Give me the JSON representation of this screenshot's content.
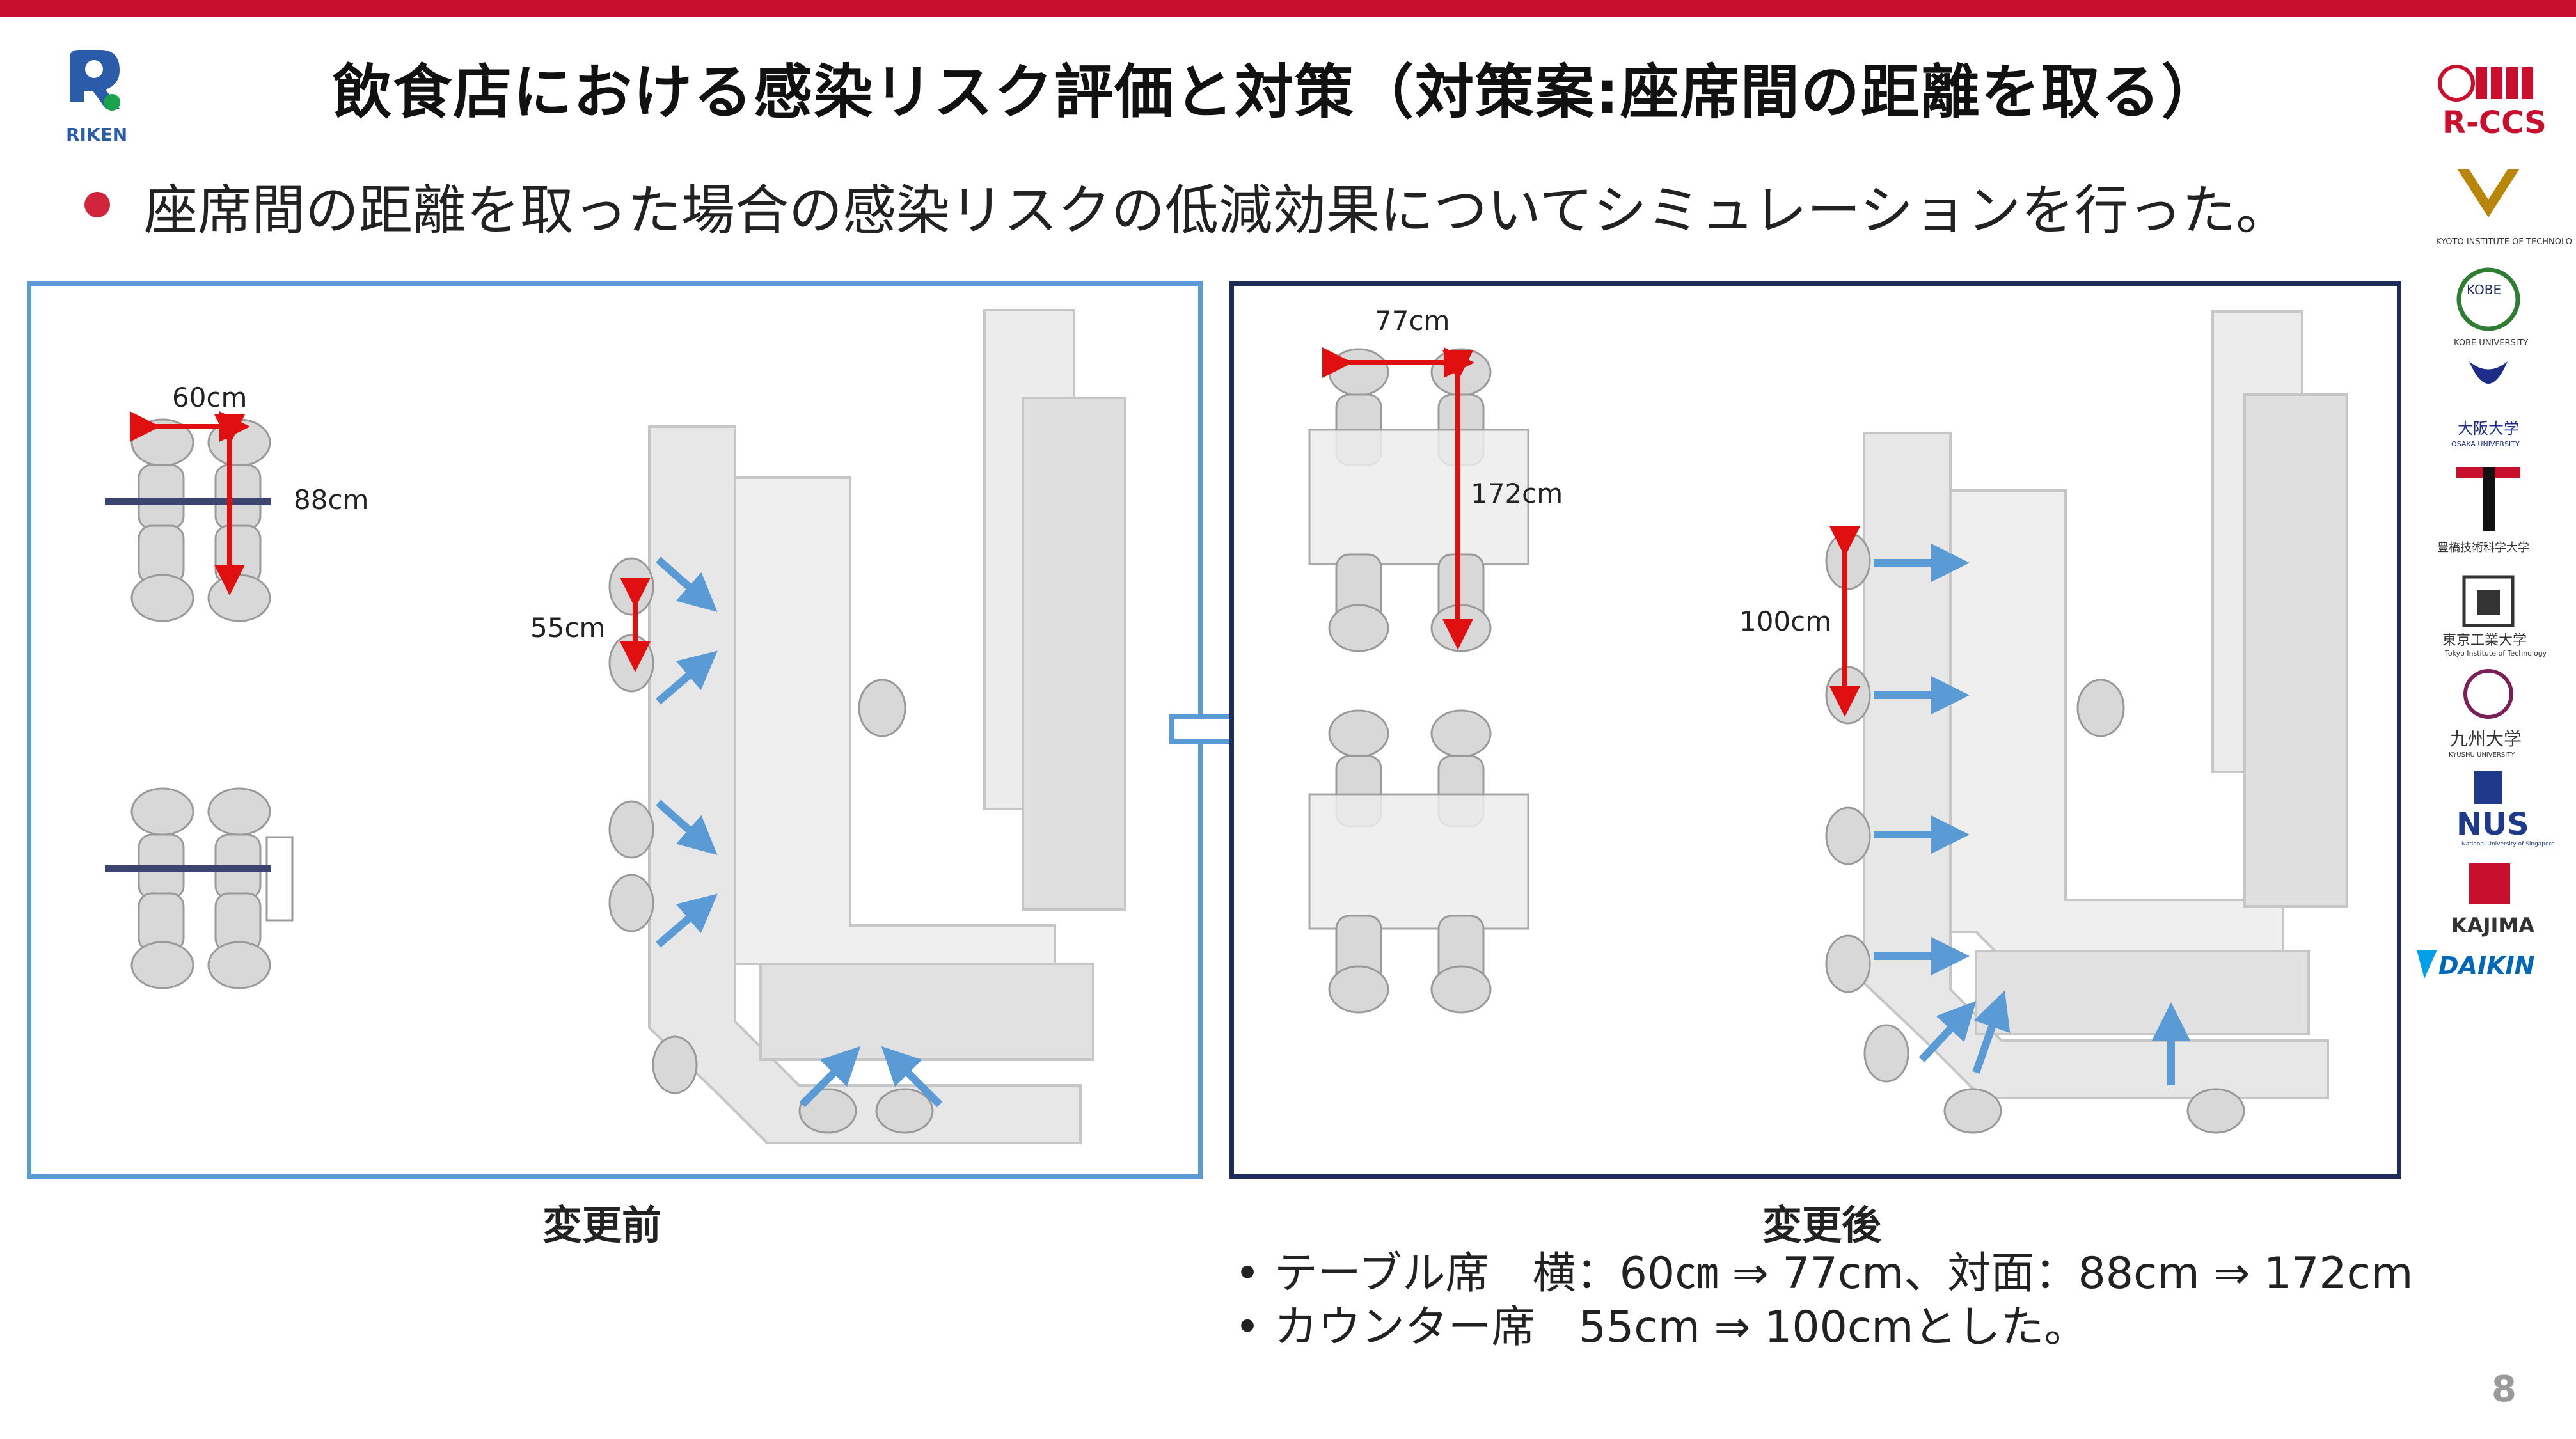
{
  "header": {
    "title": "飲食店における感染リスク評価と対策（対策案:座席間の距離を取る）",
    "logo_left_text": "RIKEN"
  },
  "bullet": "座席間の距離を取った場合の感染リスクの低減効果についてシミュレーションを行った。",
  "before": {
    "caption": "変更前",
    "dim_table_horizontal": "60cm",
    "dim_table_facing": "88cm",
    "dim_counter": "55cm"
  },
  "after": {
    "caption": "変更後",
    "dim_table_horizontal": "77cm",
    "dim_table_facing": "172cm",
    "dim_counter": "100cm"
  },
  "notes": [
    "• テーブル席　横：60㎝ ⇒ 77cm、対面：88cm ⇒ 172cm",
    "• カウンター席　55cm ⇒ 100cmとした。"
  ],
  "partner_logos": [
    "R-CCS",
    "KYOTO INSTITUTE OF TECHNOLOGY",
    "KOBE UNIVERSITY",
    "大阪大学",
    "OSAKA UNIVERSITY",
    "豊橋技術科学大学",
    "東京工業大学",
    "Tokyo Institute of Technology",
    "九州大学",
    "KYUSHU UNIVERSITY",
    "NUS",
    "National University of Singapore",
    "KAJIMA",
    "DAIKIN"
  ],
  "page_number": "8",
  "colors": {
    "accent_red": "#c8102e",
    "panel_left_border": "#5b9bd5",
    "panel_right_border": "#1f2d5a",
    "arrow_blue": "#5b9bd5",
    "dim_red": "#e01010"
  }
}
